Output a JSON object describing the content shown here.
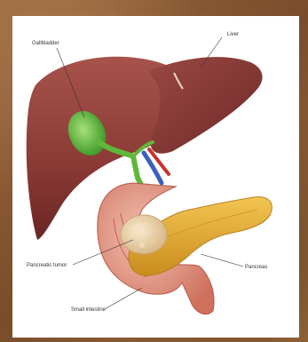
{
  "labels": {
    "liver": "Liver",
    "gallbladder": "Gallbladder",
    "pancreatic_tumor": "Pancreatic tumor",
    "pancreas": "Pancreas",
    "small_intestine": "Small intestine"
  },
  "colors": {
    "background": "#8a5a34",
    "liver": "#8e3b36",
    "gallbladder": "#6fc23e",
    "pancreas": "#e8b13a",
    "intestine": "#e39a86",
    "tumor": "#efd7b0"
  }
}
